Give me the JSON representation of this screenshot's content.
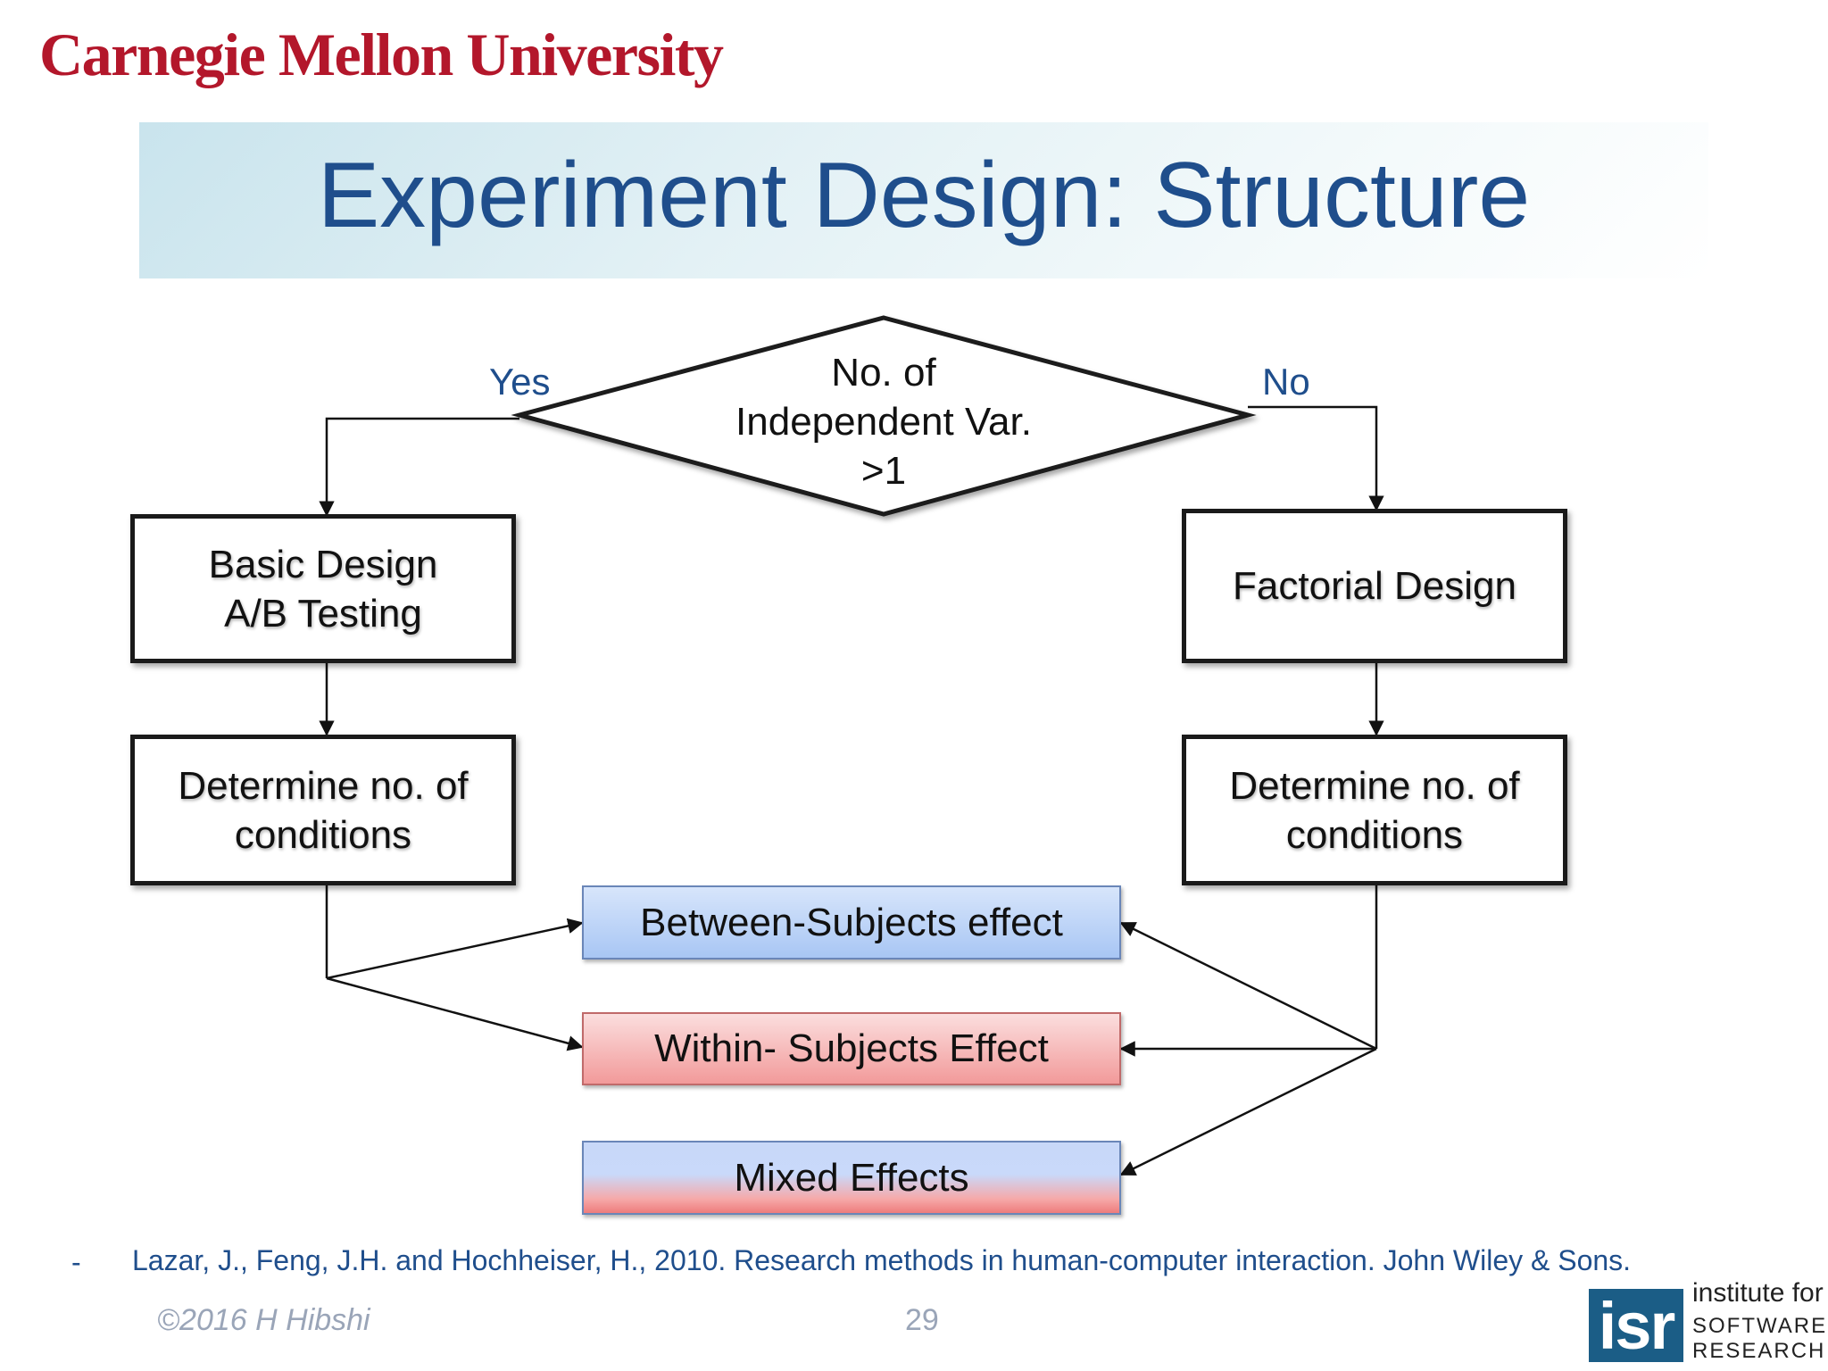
{
  "header": {
    "logo_text": "Carnegie Mellon University",
    "title": "Experiment Design: Structure"
  },
  "diagram": {
    "decision": {
      "line1": "No. of",
      "line2": "Independent Var.",
      "line3": ">1"
    },
    "yes_label": "Yes",
    "no_label": "No",
    "left_design": {
      "line1": "Basic Design",
      "line2": "A/B Testing"
    },
    "right_design": {
      "line1": "Factorial Design"
    },
    "left_conditions": {
      "line1": "Determine no. of",
      "line2": "conditions"
    },
    "right_conditions": {
      "line1": "Determine no. of",
      "line2": "conditions"
    },
    "effects": {
      "between": "Between-Subjects effect",
      "within": "Within- Subjects Effect",
      "mixed": "Mixed Effects"
    },
    "colors": {
      "title": "#1f4e8c",
      "branch_label": "#1f4e8c",
      "logo": "#b3172b"
    }
  },
  "citation": {
    "bullet": "-",
    "text": "Lazar, J., Feng, J.H. and Hochheiser, H., 2010. Research methods in human-computer interaction. John Wiley & Sons."
  },
  "footer": {
    "copyright": "©2016 H Hibshi",
    "page_number": "29",
    "isr_mark": "isr",
    "isr_line1": "institute for",
    "isr_line2": "SOFTWARE",
    "isr_line3": "RESEARCH"
  }
}
